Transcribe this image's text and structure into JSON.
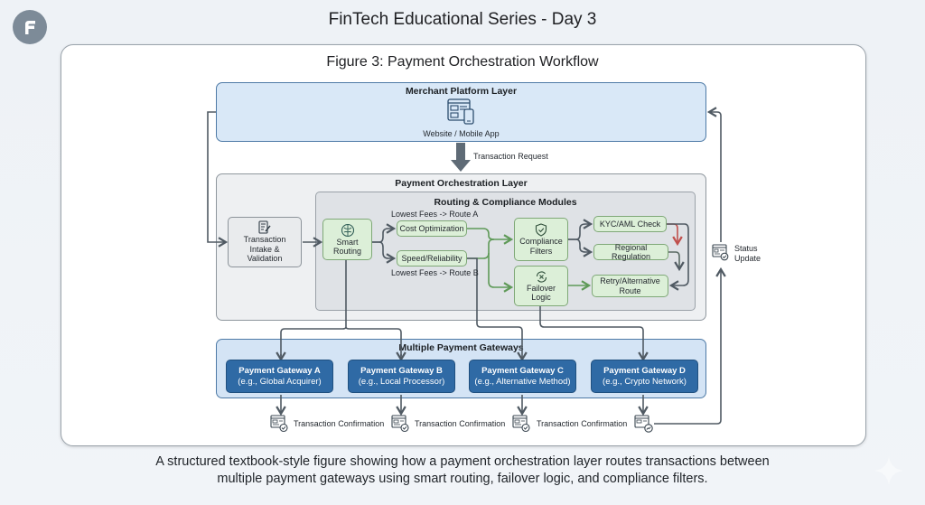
{
  "header": {
    "logo_letter": "F",
    "series_title": "FinTech Educational Series - Day 3"
  },
  "figure": {
    "title": "Figure 3: Payment Orchestration Workflow",
    "merchant_layer": {
      "title": "Merchant Platform Layer",
      "icon": "website-mobile-icon",
      "subtitle": "Website / Mobile App"
    },
    "transaction_request_label": "Transaction Request",
    "orchestration_layer": {
      "title": "Payment Orchestration Layer",
      "intake_node": {
        "icon": "document-pen-icon",
        "lines": [
          "Transaction",
          "Intake &",
          "Validation"
        ]
      },
      "routing_modules": {
        "title": "Routing & Compliance Modules",
        "smart_routing": {
          "icon": "brain-icon",
          "lines": [
            "Smart",
            "Routing"
          ]
        },
        "cost_optimization": "Cost Optimization",
        "cost_label": "Lowest Fees -> Route A",
        "speed_reliability": "Speed/Reliability",
        "speed_label": "Lowest Fees -> Route B",
        "compliance_filters": {
          "icon": "shield-check-icon",
          "lines": [
            "Compliance",
            "Filters"
          ]
        },
        "failover_logic": {
          "icon": "refresh-x-icon",
          "lines": [
            "Failover",
            "Logic"
          ]
        },
        "kyc_aml": "KYC/AML Check",
        "regional_regulation": "Regional Regulation",
        "retry_route": [
          "Retry/Alternative",
          "Route"
        ]
      }
    },
    "status_update": {
      "icon": "status-doc-check-icon",
      "lines": [
        "Status",
        "Update"
      ]
    },
    "gateways_layer": {
      "title": "Multiple Payment Gateways",
      "gateways": [
        {
          "name": "Payment Gateway A",
          "example": "(e.g., Global Acquirer)"
        },
        {
          "name": "Payment Gateway B",
          "example": "(e.g., Local Processor)"
        },
        {
          "name": "Payment Gateway C",
          "example": "(e.g., Alternative Method)"
        },
        {
          "name": "Payment Gateway D",
          "example": "(e.g., Crypto Network)"
        }
      ]
    },
    "confirmations": [
      "Transaction Confirmation",
      "Transaction Confirmation",
      "Transaction Confirmation"
    ],
    "colors": {
      "merchant_fill": "#d9e8f7",
      "gateway_fill": "#2f6aa5",
      "module_green": "#dcefd8",
      "arrow_green": "#5f9a58",
      "arrow_grey": "#505a63",
      "arrow_red": "#c0504d"
    }
  },
  "caption": {
    "line1": "A structured textbook-style figure showing how a payment orchestration layer routes transactions between",
    "line2": "multiple payment gateways using smart routing, failover logic, and compliance filters."
  }
}
